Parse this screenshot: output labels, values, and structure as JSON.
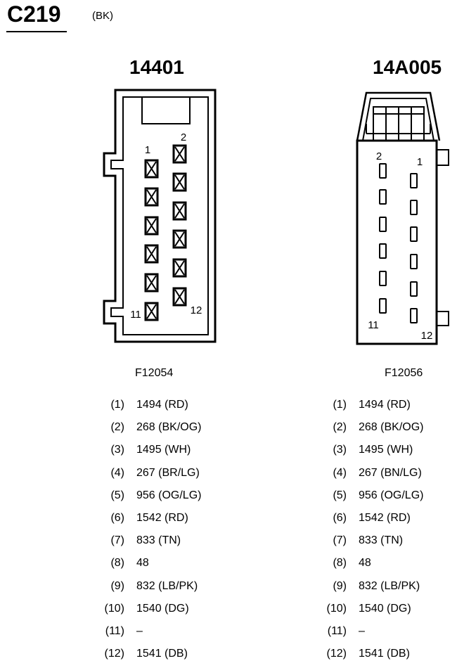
{
  "page": {
    "connector": "C219",
    "color": "(BK)"
  },
  "left": {
    "part": "14401",
    "figure": "F12054",
    "pin_labels": {
      "p1": "1",
      "p2": "2",
      "p11": "11",
      "p12": "12"
    },
    "pins": [
      {
        "num": "(1)",
        "wire": "1494 (RD)"
      },
      {
        "num": "(2)",
        "wire": "268 (BK/OG)"
      },
      {
        "num": "(3)",
        "wire": "1495 (WH)"
      },
      {
        "num": "(4)",
        "wire": "267 (BR/LG)"
      },
      {
        "num": "(5)",
        "wire": "956 (OG/LG)"
      },
      {
        "num": "(6)",
        "wire": "1542 (RD)"
      },
      {
        "num": "(7)",
        "wire": "833 (TN)"
      },
      {
        "num": "(8)",
        "wire": "48"
      },
      {
        "num": "(9)",
        "wire": "832 (LB/PK)"
      },
      {
        "num": "(10)",
        "wire": "1540 (DG)"
      },
      {
        "num": "(11)",
        "wire": "–"
      },
      {
        "num": "(12)",
        "wire": "1541 (DB)"
      }
    ]
  },
  "right": {
    "part": "14A005",
    "figure": "F12056",
    "pin_labels": {
      "p1": "1",
      "p2": "2",
      "p11": "11",
      "p12": "12"
    },
    "pins": [
      {
        "num": "(1)",
        "wire": "1494 (RD)"
      },
      {
        "num": "(2)",
        "wire": "268 (BK/OG)"
      },
      {
        "num": "(3)",
        "wire": "1495 (WH)"
      },
      {
        "num": "(4)",
        "wire": "267 (BN/LG)"
      },
      {
        "num": "(5)",
        "wire": "956 (OG/LG)"
      },
      {
        "num": "(6)",
        "wire": "1542 (RD)"
      },
      {
        "num": "(7)",
        "wire": "833 (TN)"
      },
      {
        "num": "(8)",
        "wire": "48"
      },
      {
        "num": "(9)",
        "wire": "832 (LB/PK)"
      },
      {
        "num": "(10)",
        "wire": "1540 (DG)"
      },
      {
        "num": "(11)",
        "wire": "–"
      },
      {
        "num": "(12)",
        "wire": "1541 (DB)"
      }
    ]
  }
}
